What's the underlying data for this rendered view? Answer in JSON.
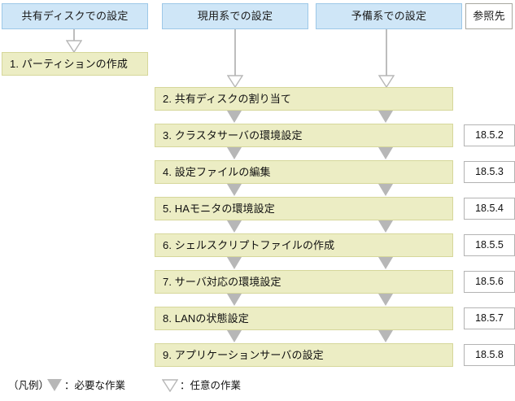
{
  "diagram": {
    "columns": [
      {
        "id": "shared-disk",
        "label": "共有ディスクでの設定",
        "style": "blue"
      },
      {
        "id": "active-system",
        "label": "現用系での設定",
        "style": "blue"
      },
      {
        "id": "standby-system",
        "label": "予備系での設定",
        "style": "blue"
      },
      {
        "id": "reference",
        "label": "参照先",
        "style": "plain"
      }
    ],
    "steps": [
      {
        "num": "1",
        "label": "1. パーティションの作成",
        "column": "shared-disk",
        "reference": ""
      },
      {
        "num": "2",
        "label": "2. 共有ディスクの割り当て",
        "column": "main",
        "reference": ""
      },
      {
        "num": "3",
        "label": "3. クラスタサーバの環境設定",
        "column": "main",
        "reference": "18.5.2"
      },
      {
        "num": "4",
        "label": "4. 設定ファイルの編集",
        "column": "main",
        "reference": "18.5.3"
      },
      {
        "num": "5",
        "label": "5. HAモニタの環境設定",
        "column": "main",
        "reference": "18.5.4"
      },
      {
        "num": "6",
        "label": "6. シェルスクリプトファイルの作成",
        "column": "main",
        "reference": "18.5.5"
      },
      {
        "num": "7",
        "label": "7. サーバ対応の環境設定",
        "column": "main",
        "reference": "18.5.6"
      },
      {
        "num": "8",
        "label": "8. LANの状態設定",
        "column": "main",
        "reference": "18.5.7"
      },
      {
        "num": "9",
        "label": "9. アプリケーションサーバの設定",
        "column": "main",
        "reference": "18.5.8"
      }
    ],
    "legend": {
      "title": "（凡例）",
      "required_label": "：必要な作業",
      "optional_label": "：任意の作業",
      "required_icon": "solid-down-triangle-icon",
      "optional_icon": "hollow-down-triangle-icon"
    },
    "colors": {
      "header_fill": "#cfe6f7",
      "header_border": "#9dc8e8",
      "step_fill": "#ecedc4",
      "step_border": "#d6d79a",
      "arrow_gray": "#b7b7b7",
      "stem_gray": "#bdbdbd",
      "ref_border": "#b3b3b3"
    }
  }
}
